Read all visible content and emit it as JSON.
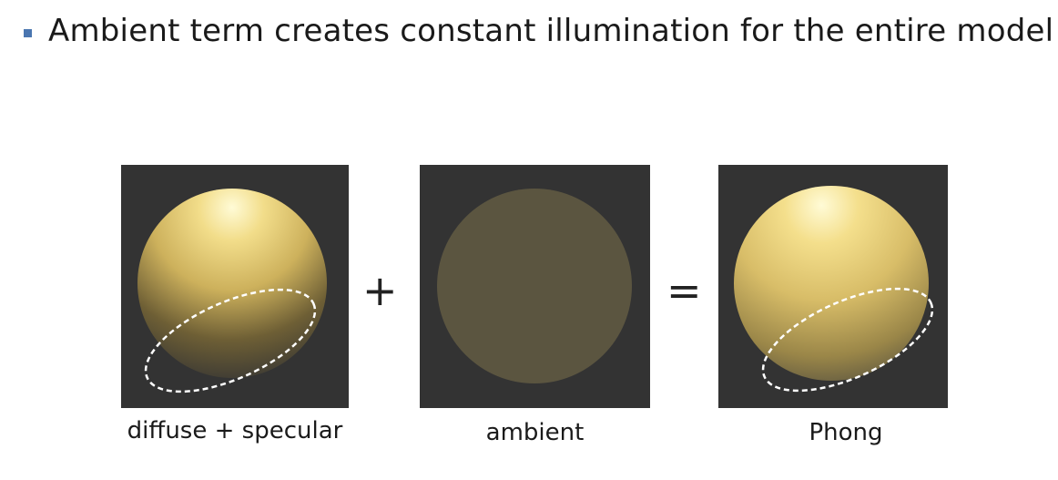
{
  "slide": {
    "bullet_text": "Ambient term creates constant illumination for the entire model"
  },
  "panels": [
    {
      "caption": "diffuse + specular"
    },
    {
      "caption": "ambient"
    },
    {
      "caption": "Phong"
    }
  ],
  "operators": {
    "plus": "+",
    "equals": "="
  },
  "colors": {
    "panel_background": "#333333",
    "sphere_highlight": "#fff6c0",
    "sphere_mid": "#e6cf7a",
    "ambient_flat": "#5b5540",
    "bullet": "#4a76b0"
  }
}
